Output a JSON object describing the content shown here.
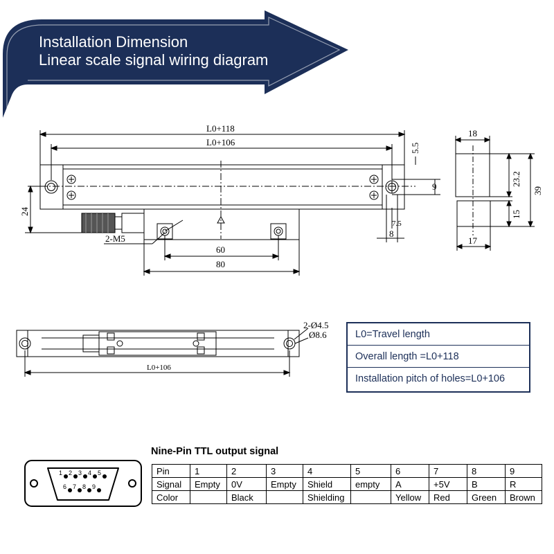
{
  "banner": {
    "title_line1": "Installation Dimension",
    "title_line2": "Linear scale signal wiring diagram",
    "color": "#1c2f58"
  },
  "top_view": {
    "dim_l0_118": "L0+118",
    "dim_l0_106": "L0+106",
    "dim_5_5": "5.5",
    "dim_9": "9",
    "dim_24": "24",
    "dim_7_5": "7.5",
    "dim_8": "8",
    "dim_2m5": "2-M5",
    "dim_60": "60",
    "dim_80": "80"
  },
  "side_view": {
    "dim_18": "18",
    "dim_23_2": "23.2",
    "dim_39": "39",
    "dim_15": "15",
    "dim_17": "17"
  },
  "bottom_view": {
    "hole_1": "2-Ø4.5",
    "hole_2": "Ø8.6",
    "dim_l0_106": "L0+106"
  },
  "legend": {
    "items": [
      "L0=Travel length",
      "Overall length =L0+118",
      "Installation pitch of holes=L0+106"
    ]
  },
  "connector": {
    "title": "Nine-Pin TTL  output signal",
    "pins_top": [
      "1",
      "2",
      "3",
      "4",
      "5"
    ],
    "pins_bottom": [
      "6",
      "7",
      "8",
      "9"
    ]
  },
  "pin_table": {
    "rows": [
      [
        "Pin",
        "1",
        "2",
        "3",
        "4",
        "5",
        "6",
        "7",
        "8",
        "9"
      ],
      [
        "Signal",
        "Empty",
        "0V",
        "Empty",
        "Shield",
        "empty",
        "A",
        "+5V",
        "B",
        "R"
      ],
      [
        "Color",
        "",
        "Black",
        "",
        "Shielding",
        "",
        "Yellow",
        "Red",
        "Green",
        "Brown"
      ]
    ]
  }
}
